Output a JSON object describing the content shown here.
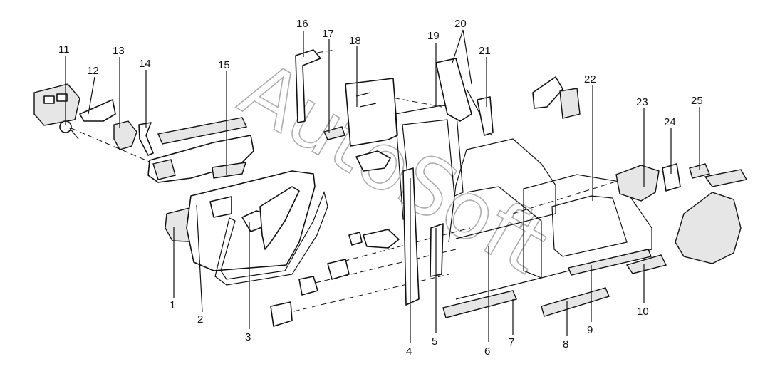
{
  "watermark": "AutoSoft",
  "callouts": [
    "1",
    "2",
    "3",
    "4",
    "5",
    "6",
    "7",
    "8",
    "9",
    "10",
    "11",
    "12",
    "13",
    "14",
    "15",
    "16",
    "17",
    "18",
    "19",
    "20",
    "21",
    "22",
    "23",
    "24",
    "25"
  ]
}
